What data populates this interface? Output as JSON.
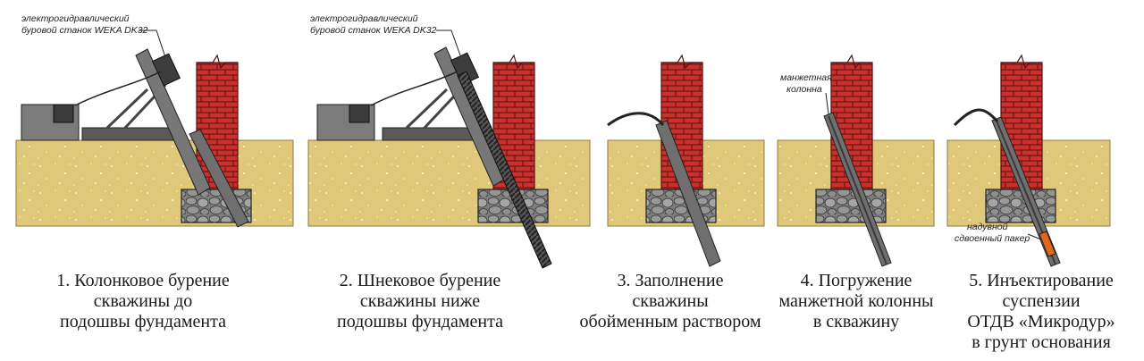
{
  "machine_label": [
    "электрогидравлический",
    "буровой станок WEKA DK32"
  ],
  "cuff_label": [
    "манжетная",
    "колонна"
  ],
  "packer_label": [
    "надувной",
    "сдвоенный пакер"
  ],
  "steps": [
    {
      "lines": [
        "1. Колонковое бурение",
        "скважины до",
        "подошвы фундамента"
      ]
    },
    {
      "lines": [
        "2. Шнековое бурение",
        "скважины ниже",
        "подошвы фундамента"
      ]
    },
    {
      "lines": [
        "3. Заполнение",
        "скважины",
        "обойменным раствором"
      ]
    },
    {
      "lines": [
        "4. Погружение",
        "манжетной колонны",
        "в скважину"
      ]
    },
    {
      "lines": [
        "5. Инъектирование",
        "суспензии",
        "ОТДВ «Микродур»",
        "в грунт основания"
      ]
    }
  ],
  "colors": {
    "soil": "#dfc87a",
    "brick": "#c8312e",
    "stone": "#8a8a8a",
    "pipe": "#6f6f6f",
    "packer": "#e06818"
  }
}
